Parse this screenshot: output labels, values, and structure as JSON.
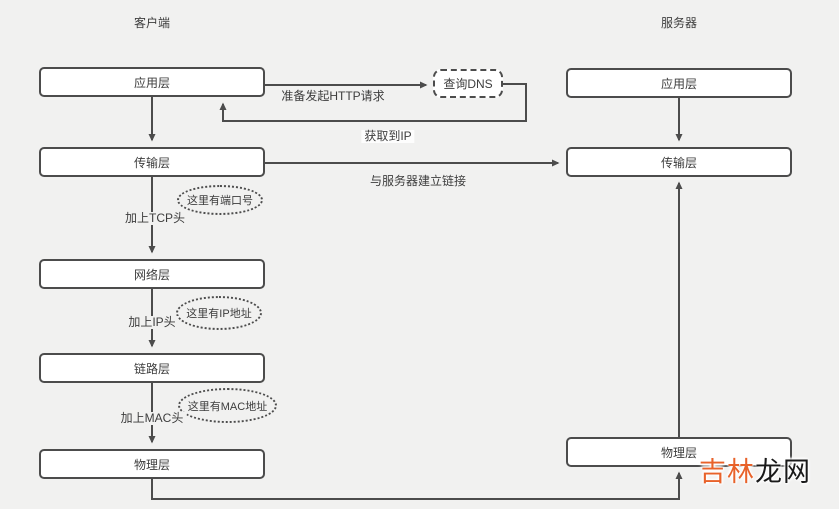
{
  "diagram": {
    "background_color": "#f1f1f0",
    "stroke_color": "#4c4c4c",
    "client": {
      "title": "客户端",
      "layers": [
        "应用层",
        "传输层",
        "网络层",
        "链路层",
        "物理层"
      ]
    },
    "server": {
      "title": "服务器",
      "layers": [
        "应用层",
        "传输层",
        "物理层"
      ]
    },
    "dns_box_label": "查询DNS",
    "edge_labels": {
      "http_request": "准备发起HTTP请求",
      "got_ip": "获取到IP",
      "establish_connection": "与服务器建立链接",
      "add_tcp_header": "加上TCP头",
      "add_ip_header": "加上IP头",
      "add_mac_header": "加上MAC头"
    },
    "annotations": {
      "port": "这里有端口号",
      "ip": "这里有IP地址",
      "mac": "这里有MAC地址"
    },
    "watermark": {
      "part1": "吉林",
      "part2": "龙网",
      "part1_color": "#e8622a",
      "part2_color": "#1a1a1a"
    }
  }
}
